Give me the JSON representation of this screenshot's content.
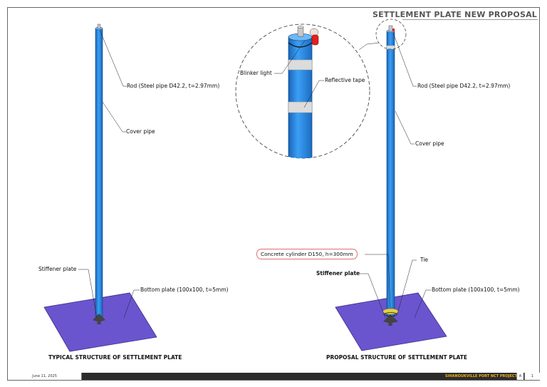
{
  "title": "SETTLEMENT PLATE NEW PROPOSAL",
  "left_figure": {
    "rod_label": "Rod (Steel pipe D42.2, t=2.97mm)",
    "cover_pipe_label": "Cover pipe",
    "stiffener_label": "Stiffener plate",
    "bottom_plate_label": "Bottom plate (100x100, t=5mm)",
    "caption": "TYPICAL STRUCTURE OF SETTLEMENT PLATE"
  },
  "detail_view": {
    "blinker_label": "Blinker light",
    "reflective_label": "Reflective tape"
  },
  "right_figure": {
    "rod_label": "Rod (Steel pipe D42.2, t=2.97mm)",
    "cover_pipe_label": "Cover pipe",
    "concrete_label": "Concrete cylinder D150, h=300mm",
    "tie_label": "Tie",
    "stiffener_label": "Stiffener plate",
    "bottom_plate_label": "Bottom plate (100x100, t=5mm)",
    "caption": "PROPOSAL STRUCTURE OF SETTLEMENT PLATE"
  },
  "footer": {
    "date": "June 11, 2025",
    "project": "SIHANOUKVILLE PORT NCT PROJECT",
    "revision": "A",
    "sheet": "1"
  },
  "colors": {
    "pipe": "#2f8fe8",
    "pipe_shade": "#1a64b8",
    "plate": "#6a55cf",
    "tape": "#d8d8d8",
    "blinker": "#e02020",
    "concrete": "#e8d040"
  }
}
